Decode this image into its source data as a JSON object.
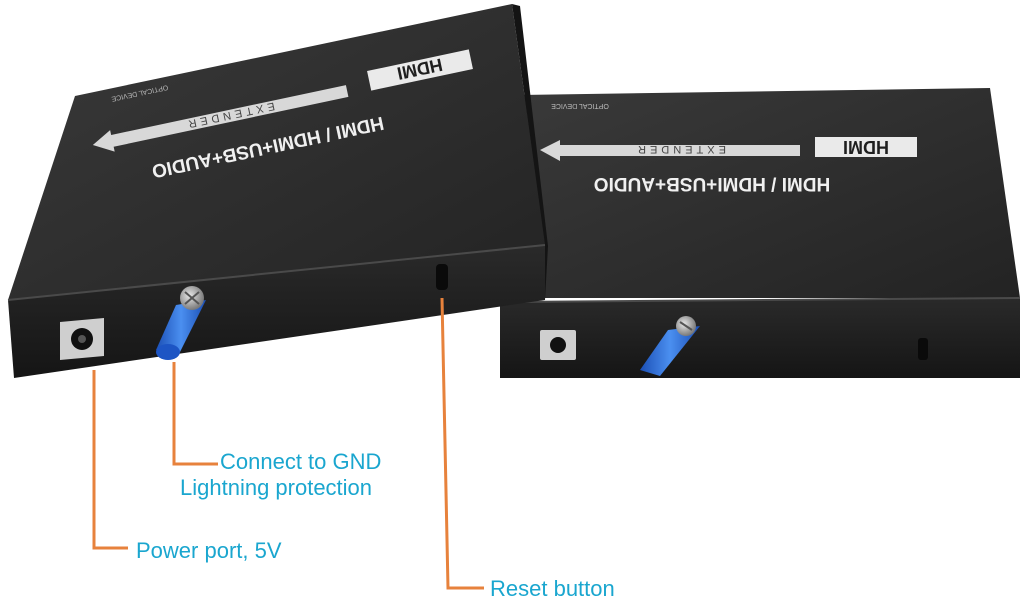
{
  "devices": [
    {
      "panel_title": "HDMI / HDMI+USB+AUDIO",
      "badge": "HDMI",
      "arrow_label": "EXTENDER",
      "small_label": "OPTICAL DEVICE"
    },
    {
      "panel_title": "HDMI / HDMI+USB+AUDIO",
      "badge": "HDMI",
      "arrow_label": "EXTENDER",
      "small_label": "OPTICAL DEVICE"
    }
  ],
  "callouts": {
    "gnd_line1": "Connect to GND",
    "gnd_line2": "Lightning protection",
    "power": "Power port, 5V",
    "reset": "Reset button"
  },
  "colors": {
    "body": "#1f1f1f",
    "top": "#2d2d2d",
    "callout_text": "#1aa6cf",
    "leader_line": "#e7823c",
    "terminal": "#2a6de0"
  }
}
